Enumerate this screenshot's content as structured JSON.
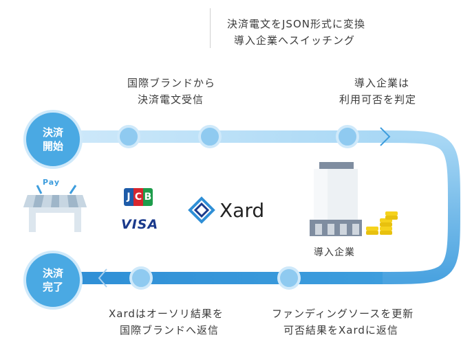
{
  "callout_top": {
    "line1": "決済電文をJSON形式に変換",
    "line2": "導入企業へスイッチング"
  },
  "step_labels": {
    "brand_receive_1": "国際ブランドから",
    "brand_receive_2": "決済電文受信",
    "company_judge_1": "導入企業は",
    "company_judge_2": "利用可否を判定",
    "xard_return_1": "Xardはオーソリ結果を",
    "xard_return_2": "国際ブランドへ返信",
    "funding_1": "ファンディングソースを更新",
    "funding_2": "可否結果をXardに返信"
  },
  "nodes": {
    "start_1": "決済",
    "start_2": "開始",
    "end_1": "決済",
    "end_2": "完了"
  },
  "store": {
    "pay_label": "Pay"
  },
  "brands": {
    "jcb": "JCB",
    "visa": "VISA"
  },
  "xard_logo": "Xard",
  "company": {
    "label": "導入企業"
  },
  "colors": {
    "accent": "#4aa9e3",
    "track": "#bfe1f7",
    "coin": "#f5d21c"
  }
}
